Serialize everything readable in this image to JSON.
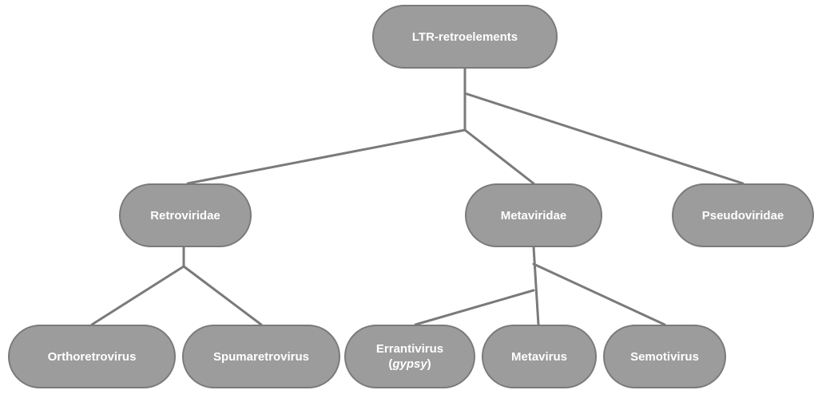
{
  "diagram": {
    "nodes": {
      "root": "LTR-retroelements",
      "retroviridae": "Retroviridae",
      "metaviridae": "Metaviridae",
      "pseudoviridae": "Pseudoviridae",
      "orthoretrovirus": "Orthoretrovirus",
      "spumaretrovirus": "Spumaretrovirus",
      "errantivirus_line1": "Errantivirus",
      "errantivirus_line2_open": "(",
      "errantivirus_line2_italic": "gypsy",
      "errantivirus_line2_close": ")",
      "metavirus": "Metavirus",
      "semotivirus": "Semotivirus"
    },
    "edges": [
      [
        "LTR-retroelements",
        "Retroviridae"
      ],
      [
        "LTR-retroelements",
        "Metaviridae"
      ],
      [
        "LTR-retroelements",
        "Pseudoviridae"
      ],
      [
        "Retroviridae",
        "Orthoretrovirus"
      ],
      [
        "Retroviridae",
        "Spumaretrovirus"
      ],
      [
        "Metaviridae",
        "Errantivirus (gypsy)"
      ],
      [
        "Metaviridae",
        "Metavirus"
      ],
      [
        "Metaviridae",
        "Semotivirus"
      ]
    ],
    "colors": {
      "node_fill": "#9c9c9c",
      "node_border": "#7a7a7a",
      "node_text": "#ffffff",
      "line": "#7a7a7a"
    }
  }
}
